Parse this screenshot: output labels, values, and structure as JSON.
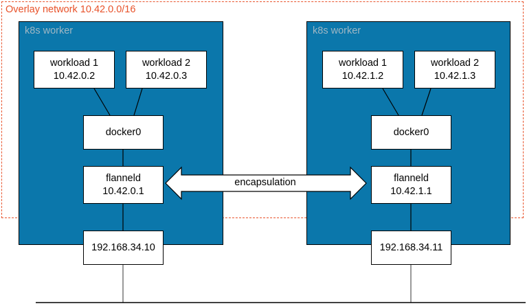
{
  "diagram": {
    "overlay": {
      "label": "Overlay network 10.42.0.0/16",
      "color": "#e8522a"
    },
    "encapsulation_label": "encapsulation",
    "worker_fill": "#0b77ab",
    "workers": [
      {
        "title": "k8s worker",
        "workloads": [
          {
            "name": "workload 1",
            "ip": "10.42.0.2"
          },
          {
            "name": "workload 2",
            "ip": "10.42.0.3"
          }
        ],
        "bridge": {
          "name": "docker0"
        },
        "flannel": {
          "name": "flanneld",
          "ip": "10.42.0.1"
        },
        "host": {
          "ip": "192.168.34.10"
        }
      },
      {
        "title": "k8s worker",
        "workloads": [
          {
            "name": "workload 1",
            "ip": "10.42.1.2"
          },
          {
            "name": "workload 2",
            "ip": "10.42.1.3"
          }
        ],
        "bridge": {
          "name": "docker0"
        },
        "flannel": {
          "name": "flanneld",
          "ip": "10.42.1.1"
        },
        "host": {
          "ip": "192.168.34.11"
        }
      }
    ]
  }
}
